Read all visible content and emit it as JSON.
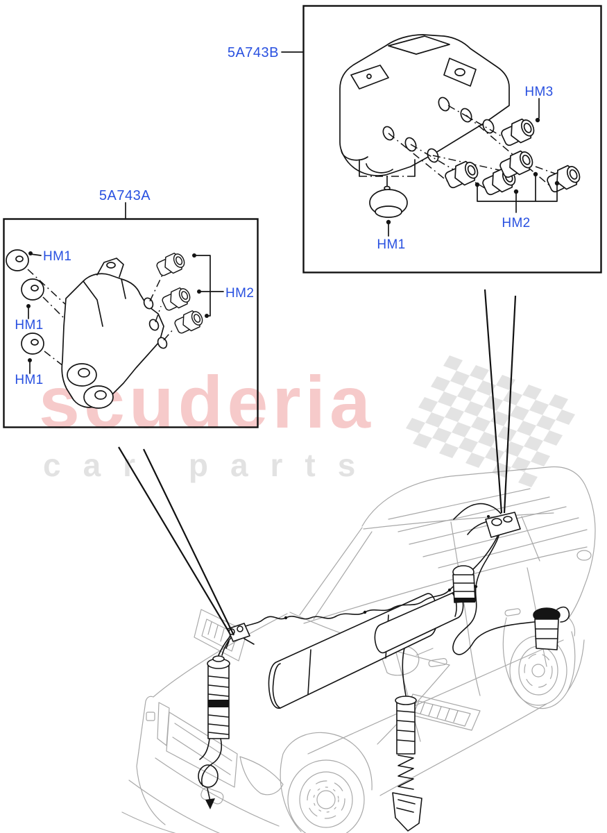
{
  "watermark": {
    "brand": "scuderia",
    "tagline": "car parts",
    "brand_color": "#f6caca",
    "tagline_color": "#e2e2e2",
    "flag_color": "#e3e3e3"
  },
  "callout_boxes": {
    "valve_front": {
      "part_label": "5A743A",
      "callouts": {
        "hm1_first": "HM1",
        "hm1_second": "HM1",
        "hm1_third": "HM1",
        "hm2": "HM2"
      }
    },
    "valve_rear": {
      "part_label": "5A743B",
      "callouts": {
        "hm1": "HM1",
        "hm2": "HM2",
        "hm3": "HM3"
      }
    }
  },
  "colors": {
    "label_blue": "#2850e0",
    "line_dark": "#141414",
    "car_outline_gray": "#a8a8a8"
  }
}
